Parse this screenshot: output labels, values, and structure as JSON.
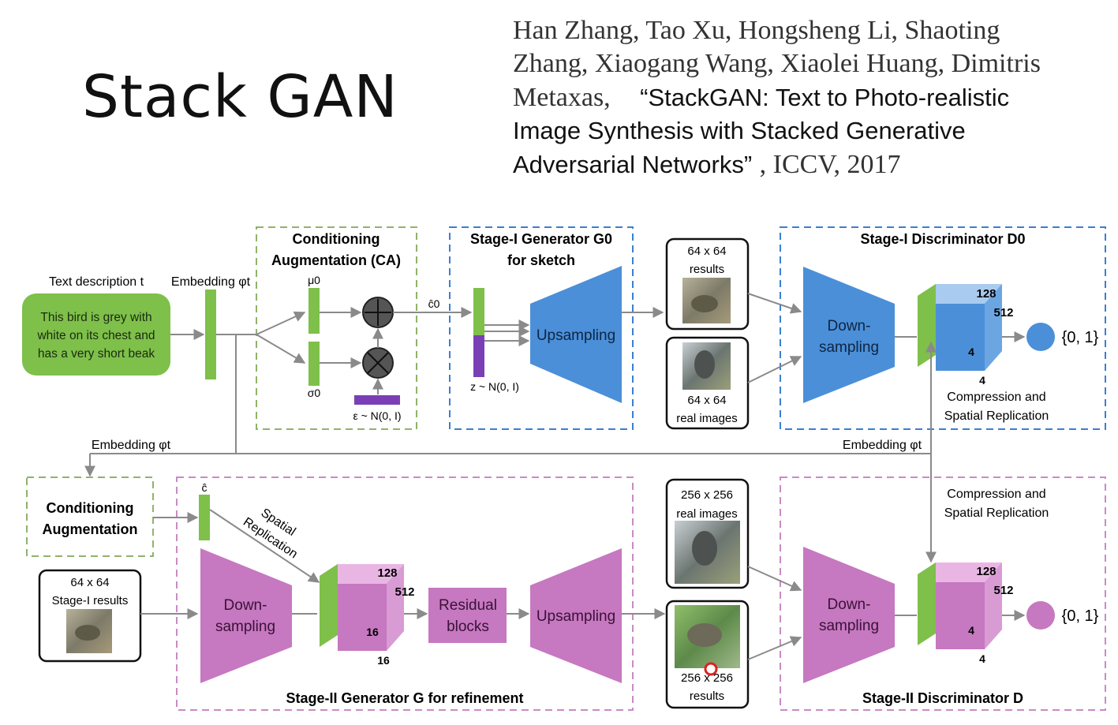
{
  "slide": {
    "title": "Stack GAN",
    "citation": {
      "authors_1": "Han Zhang, Tao Xu, Hongsheng Li, Shaoting",
      "authors_2": "Zhang, Xiaogang Wang, Xiaolei Huang, Dimitris",
      "authors_3": "Metaxas,",
      "paper_1": "“StackGAN: Text to Photo-realistic",
      "paper_2": "Image Synthesis with Stacked Generative",
      "paper_3": "Adversarial Networks”",
      "venue": ", ICCV, 2017"
    }
  },
  "diagram": {
    "text_description_label": "Text description t",
    "text_description_1": "This bird is grey with",
    "text_description_2": "white on its chest and",
    "text_description_3": "has a very short beak",
    "embedding_label": "Embedding φt",
    "ca_title_1": "Conditioning",
    "ca_title_2": "Augmentation (CA)",
    "mu_label": "μ0",
    "sigma_label": "σ0",
    "epsilon_label": "ε ~ N(0, I)",
    "c0_label": "ĉ0",
    "z_label": "z ~ N(0, I)",
    "g0_title_1": "Stage-I Generator G0",
    "g0_title_2": "for sketch",
    "upsampling": "Upsampling",
    "results64_1": "64 x 64",
    "results64_2": "results",
    "real64_1": "64 x 64",
    "real64_2": "real images",
    "d0_title": "Stage-I Discriminator D0",
    "down_1": "Down-",
    "down_2": "sampling",
    "dim_128": "128",
    "dim_512": "512",
    "dim_4": "4",
    "dim_16": "16",
    "output": "{0, 1}",
    "compression_1": "Compression and",
    "compression_2": "Spatial Replication",
    "embedding_left": "Embedding φt",
    "embedding_right": "Embedding φt",
    "ca2_title_1": "Conditioning",
    "ca2_title_2": "Augmentation",
    "c_hat": "ĉ",
    "stage1_results_1": "64 x 64",
    "stage1_results_2": "Stage-I results",
    "spatial_1": "Spatial",
    "spatial_2": "Replication",
    "residual_1": "Residual",
    "residual_2": "blocks",
    "g_title": "Stage-II Generator G for refinement",
    "real256_1": "256 x 256",
    "real256_2": "real images",
    "results256_1": "256 x 256",
    "results256_2": "results",
    "d_title": "Stage-II Discriminator D",
    "colors": {
      "green": "#7ec04a",
      "blue": "#4b8fd9",
      "purple": "#7b3fb5",
      "pink": "#c678c0",
      "green_box_border": "#8fb36a",
      "blue_box_border": "#3a7fd0",
      "pink_box_border": "#c98bc4"
    }
  }
}
